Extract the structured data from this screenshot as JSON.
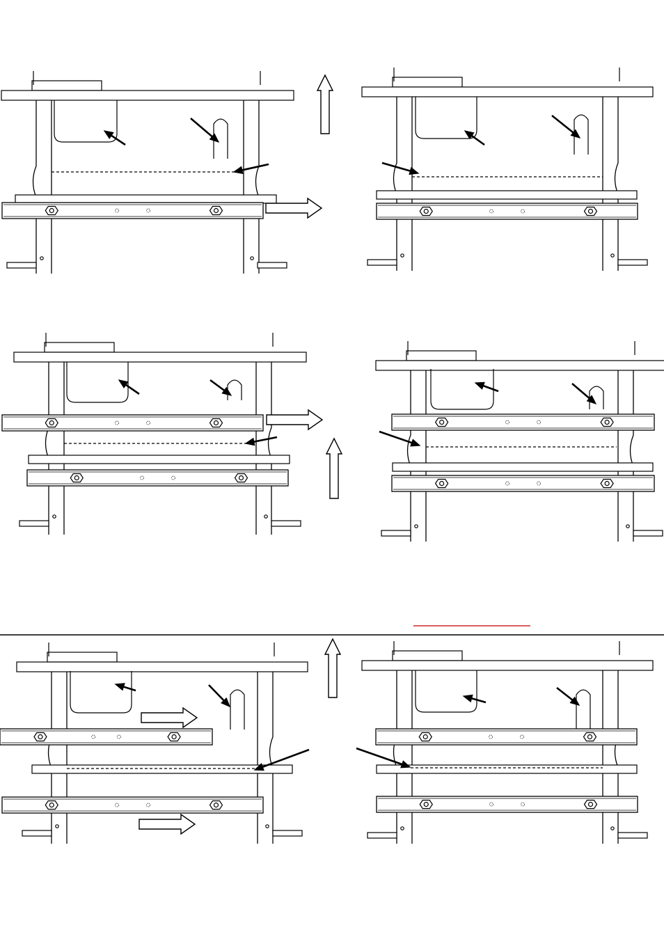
{
  "page": {
    "background": "#ffffff"
  },
  "colors": {
    "line": "#000000",
    "arrow_fill": "#ffffff",
    "accent_rule": "#c00000"
  },
  "panels": [
    {
      "id": "1a",
      "name": "panel-step-1-before",
      "pointers": [
        "crossbar-window",
        "slot",
        "fold-line"
      ],
      "moves": [
        "up",
        "right"
      ]
    },
    {
      "id": "1b",
      "name": "panel-step-1-after",
      "pointers": [
        "crossbar-window",
        "slot",
        "fold-line"
      ],
      "moves": []
    },
    {
      "id": "2a",
      "name": "panel-step-2-before",
      "pointers": [
        "crossbar-window",
        "slot",
        "fold-line"
      ],
      "moves": [
        "right",
        "up"
      ]
    },
    {
      "id": "2b",
      "name": "panel-step-2-after",
      "pointers": [
        "crossbar-window",
        "slot",
        "fold-line"
      ],
      "moves": []
    },
    {
      "id": "3a",
      "name": "panel-step-3-before",
      "pointers": [
        "crossbar-window",
        "slot",
        "fold-line"
      ],
      "moves": [
        "right",
        "right",
        "up"
      ]
    },
    {
      "id": "3b",
      "name": "panel-step-3-after",
      "pointers": [
        "crossbar-window",
        "slot",
        "fold-line"
      ],
      "moves": []
    }
  ],
  "icons": {
    "pointer": "pointer-arrow-icon",
    "move_up": "arrow-up-outline-icon",
    "move_right": "arrow-right-outline-icon",
    "bolt": "bolt-icon"
  }
}
